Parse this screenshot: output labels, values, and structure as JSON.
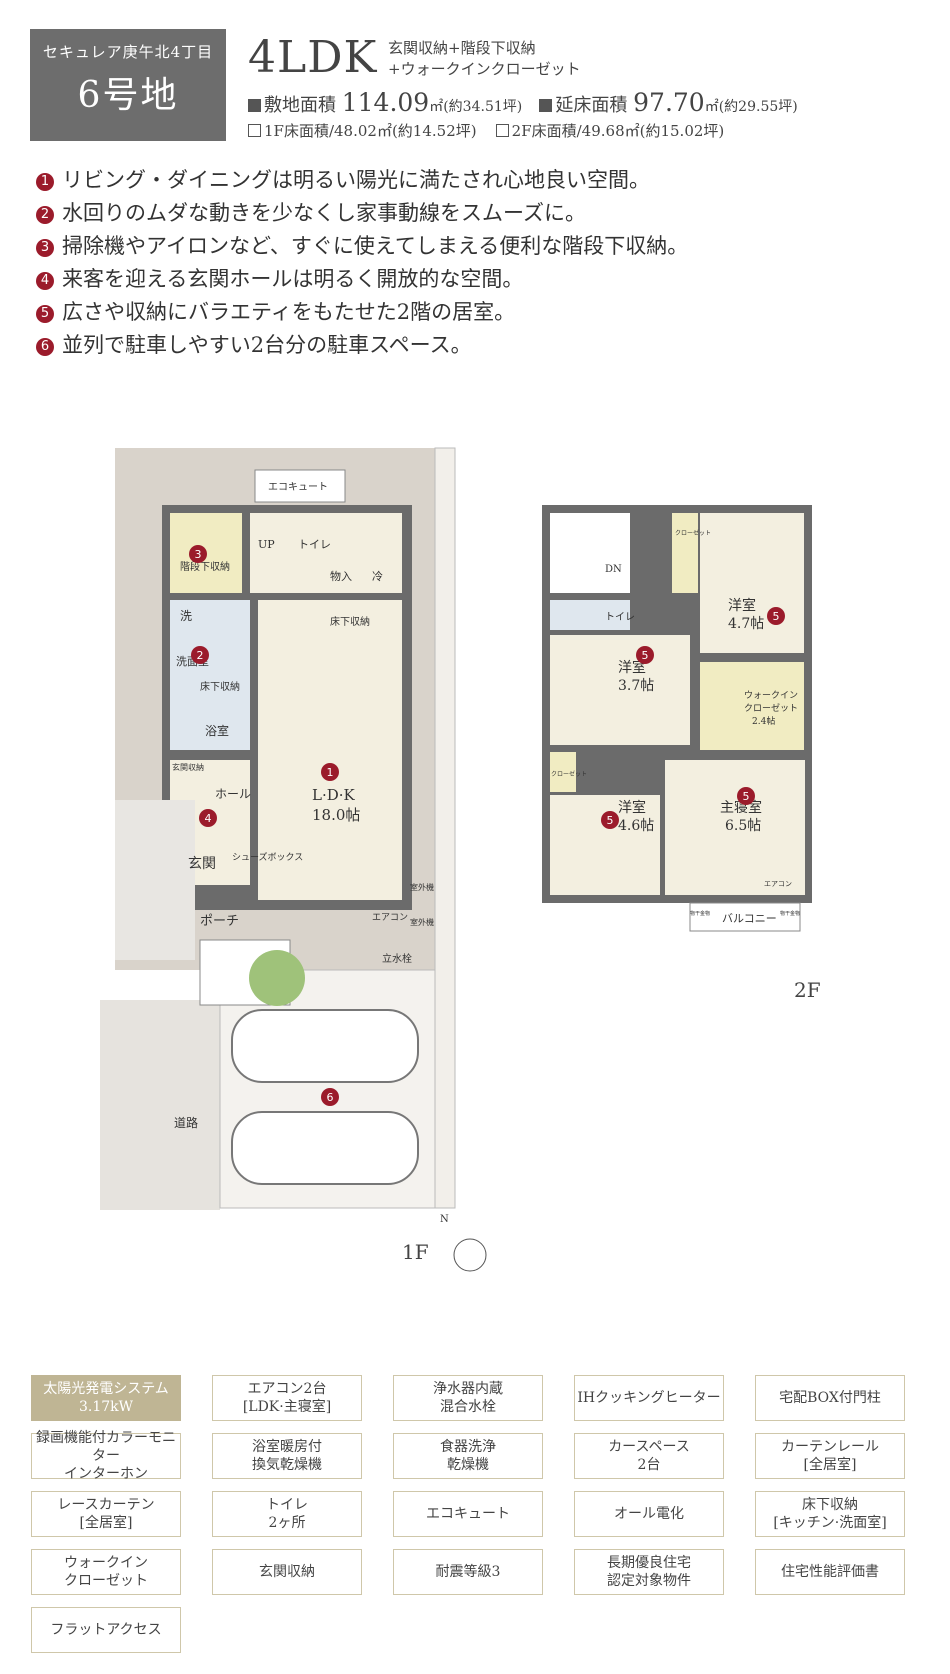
{
  "lot": {
    "subtitle": "セキュレア庚午北4丁目",
    "number": "6号地"
  },
  "plan": {
    "type": "4LDK",
    "storage_line1": "玄関収納+階段下収納",
    "storage_line2": "+ウォークインクローゼット"
  },
  "areas": {
    "site_label": "敷地面積",
    "site_value": "114.09",
    "site_unit": "㎡(約34.51坪)",
    "total_label": "延床面積",
    "total_value": "97.70",
    "total_unit": "㎡(約29.55坪)",
    "floor1": "1F床面積/48.02㎡(約14.52坪)",
    "floor2": "2F床面積/49.68㎡(約15.02坪)"
  },
  "features": [
    {
      "num": "1",
      "text": "リビング・ダイニングは明るい陽光に満たされ心地良い空間。"
    },
    {
      "num": "2",
      "text": "水回りのムダな動きを少なくし家事動線をスムーズに。"
    },
    {
      "num": "3",
      "text": "掃除機やアイロンなど、すぐに使えてしまえる便利な階段下収納。"
    },
    {
      "num": "4",
      "text": "来客を迎える玄関ホールは明るく開放的な空間。"
    },
    {
      "num": "5",
      "text": "広さや収納にバラエティをもたせた2階の居室。"
    },
    {
      "num": "6",
      "text": "並列で駐車しやすい2台分の駐車スペース。"
    }
  ],
  "floorplan1": {
    "label": "1F",
    "rooms": {
      "ecocute": "エコキュート",
      "up": "UP",
      "toilet": "トイレ",
      "pantry": "物入",
      "fridge": "冷",
      "under_stair": "階段下収納",
      "floor_storage": "床下収納",
      "wash": "洗",
      "washroom": "洗面室",
      "floor_storage2": "床下収納",
      "bath": "浴室",
      "hall": "ホール",
      "hall_storage": "玄関収納",
      "shoe_box": "シューズボックス",
      "entrance": "玄関",
      "porch": "ポーチ",
      "ldk": "L·D·K",
      "ldk_size": "18.0帖",
      "outdoor_unit1": "室外機",
      "outdoor_unit2": "室外機",
      "aircon": "エアコン",
      "faucet": "立水栓",
      "road": "道路"
    }
  },
  "floorplan2": {
    "label": "2F",
    "rooms": {
      "dn": "DN",
      "toilet": "トイレ",
      "closet1": "クローゼット",
      "room_a": "洋室",
      "room_a_size": "4.7帖",
      "room_b": "洋室",
      "room_b_size": "3.7帖",
      "wic1": "ウォークイン",
      "wic2": "クローゼット",
      "wic_size": "2.4帖",
      "closet2": "クローゼット",
      "room_c": "洋室",
      "room_c_size": "4.6帖",
      "master": "主寝室",
      "master_size": "6.5帖",
      "aircon": "エアコン",
      "balcony": "バルコニー",
      "drying1": "物干金物",
      "drying2": "物干金物"
    }
  },
  "compass": "N",
  "specs": [
    "太陽光発電システム\n3.17kW",
    "エアコン2台\n[LDK·主寝室]",
    "浄水器内蔵\n混合水栓",
    "IHクッキングヒーター",
    "宅配BOX付門柱",
    "録画機能付カラーモニター\nインターホン",
    "浴室暖房付\n換気乾燥機",
    "食器洗浄\n乾燥機",
    "カースペース\n2台",
    "カーテンレール\n[全居室]",
    "レースカーテン\n[全居室]",
    "トイレ\n2ヶ所",
    "エコキュート",
    "オール電化",
    "床下収納\n[キッチン·洗面室]",
    "ウォークイン\nクローゼット",
    "玄関収納",
    "耐震等級3",
    "長期優良住宅\n認定対象物件",
    "住宅性能評価書",
    "フラットアクセス"
  ],
  "colors": {
    "accent_red": "#9b1b2b",
    "lot_box": "#6d6d6d",
    "spec_active": "#bfb594",
    "floor": "#f3efe0",
    "storage": "#f1ecc2"
  }
}
